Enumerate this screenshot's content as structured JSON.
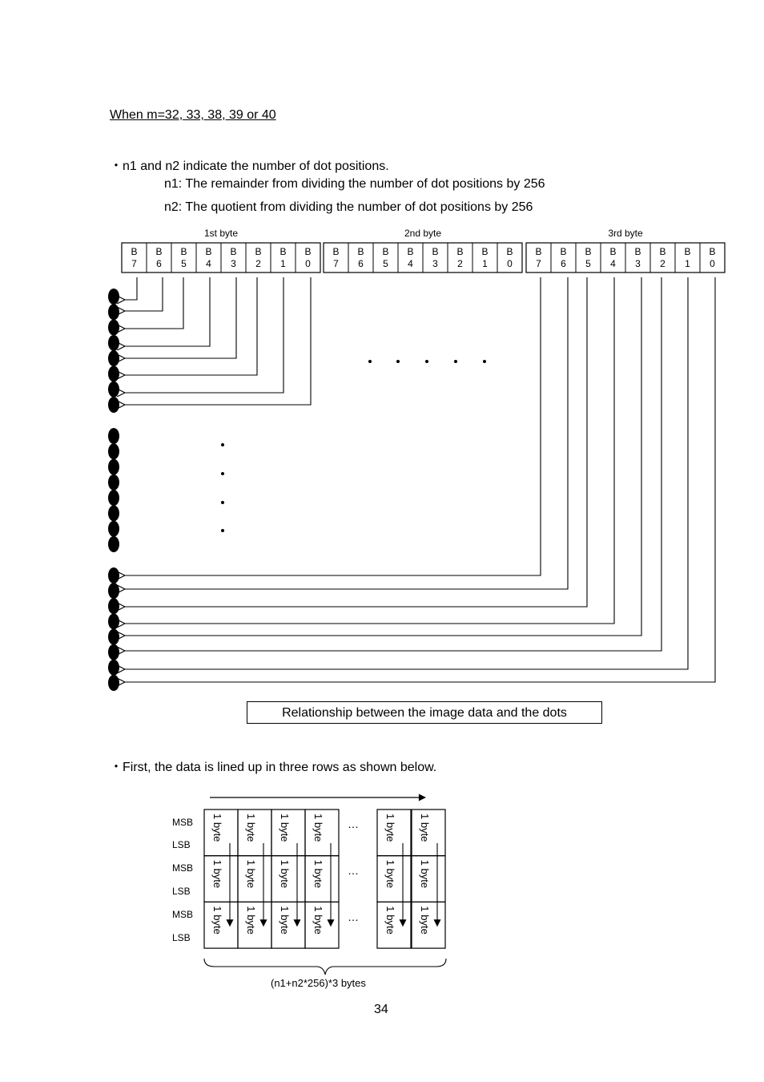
{
  "heading": "When m=32, 33, 38, 39 or 40",
  "bullet_dot_positions": "・n1 and n2 indicate the number of dot positions.",
  "n1_definition": "n1: The remainder from dividing the number of dot positions by 256",
  "n2_definition": "n2: The quotient from dividing the number of dot positions by 256",
  "byte_labels": [
    "1st byte",
    "2nd byte",
    "3rd byte"
  ],
  "bit_letter": "B",
  "bit_numbers": [
    "7",
    "6",
    "5",
    "4",
    "3",
    "2",
    "1",
    "0"
  ],
  "ellipsis_dot": "・",
  "figure_caption": "Relationship between the image data and the dots",
  "bullet_three_rows": "・First, the data is lined up in three rows as shown below.",
  "row_labels": [
    "MSB",
    "LSB",
    "MSB",
    "LSB",
    "MSB",
    "LSB"
  ],
  "cell_label": "1 byte",
  "column_ellipsis": "…",
  "total_bytes": "(n1+n2*256)*3 bytes",
  "page_number": "34"
}
